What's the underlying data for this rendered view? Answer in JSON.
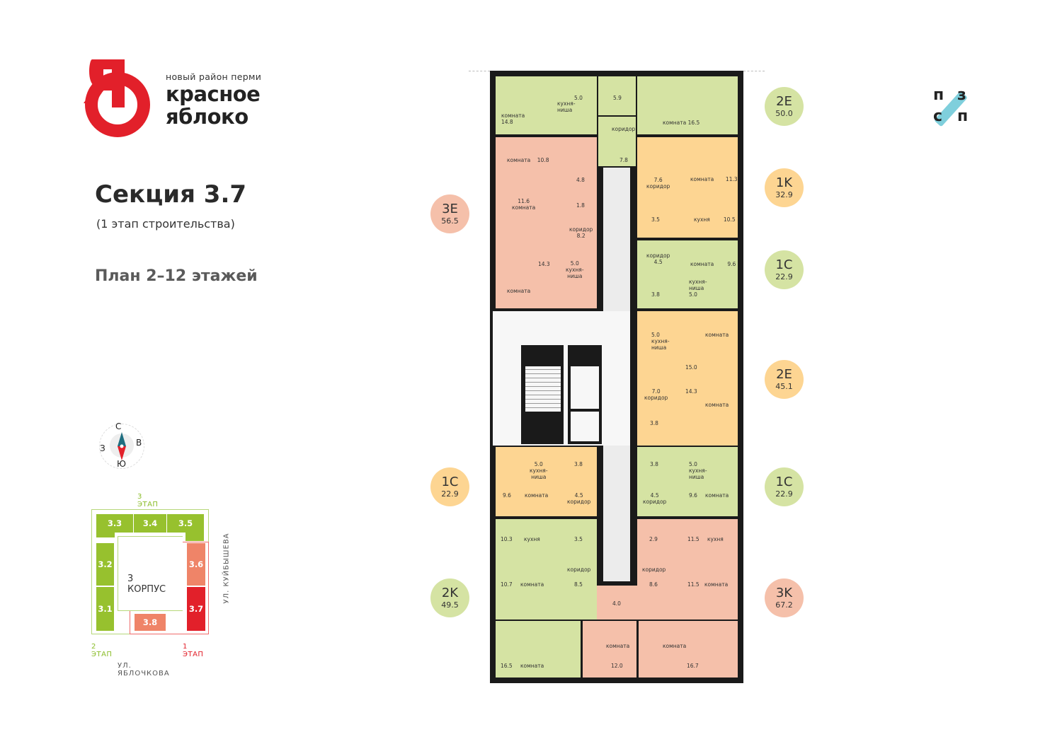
{
  "logo": {
    "tagline": "новый район перми",
    "name_line1": "красное",
    "name_line2": "яблоко",
    "mark": "Я"
  },
  "partner_logo": {
    "letters": [
      "п",
      "з",
      "с",
      "п"
    ],
    "accent": "#7fcfdc"
  },
  "section": {
    "title": "Секция 3.7",
    "stage": "(1 этап строительства)",
    "floors": "План 2–12 этажей"
  },
  "colors": {
    "green": "#d5e3a3",
    "pink": "#f5c0aa",
    "orange": "#fdd592",
    "brand_red": "#e2202a"
  },
  "compass": {
    "n": "С",
    "s": "Ю",
    "w": "З",
    "e": "В"
  },
  "keymap": {
    "stage3": "3 ЭТАП",
    "stage2": "2 ЭТАП",
    "stage1": "1 ЭТАП",
    "building": "3 КОРПУС",
    "street_right": "УЛ. КУЙБЫШЕВА",
    "street_bottom": "УЛ. ЯБЛОЧКОВА",
    "sections": [
      "3.1",
      "3.2",
      "3.3",
      "3.4",
      "3.5",
      "3.6",
      "3.7",
      "3.8"
    ],
    "current": "3.7"
  },
  "apartments": [
    {
      "type": "2E",
      "area": "50.0"
    },
    {
      "type": "3E",
      "area": "56.5"
    },
    {
      "type": "1K",
      "area": "32.9"
    },
    {
      "type": "1C",
      "area": "22.9"
    },
    {
      "type": "2E",
      "area": "45.1"
    },
    {
      "type": "1C",
      "area": "22.9"
    },
    {
      "type": "1C",
      "area": "22.9"
    },
    {
      "type": "2K",
      "area": "49.5"
    },
    {
      "type": "3K",
      "area": "67.2"
    }
  ],
  "plan": {
    "labels": [
      "5.0",
      "кухня-\nниша",
      "комната\n14.8",
      "5.9",
      "коридор",
      "комната 16.5",
      "7.8",
      "комната    10.8",
      "4.8",
      "11.6\nкомната",
      "1.8",
      "коридор\n8.2",
      "14.3",
      "5.0\nкухня-\nниша",
      "комната",
      "7.6\nкоридор",
      "комната       11.3",
      "3.5",
      "кухня        10.5",
      "коридор\n4.5",
      "комната        9.6",
      "3.8",
      "кухня-\nниша\n5.0",
      "5.0\nкухня-\nниша",
      "комната",
      "15.0",
      "14.3",
      "7.0\nкоридор",
      "комната",
      "3.8",
      "5.0\nкухня-\nниша",
      "3.8",
      "9.6",
      "комната",
      "4.5\nкоридор",
      "3.8",
      "5.0\nкухня-\nниша",
      "4.5\nкоридор",
      "9.6",
      "комната",
      "10.3",
      "кухня",
      "3.5",
      "коридор",
      "10.7",
      "комната",
      "8.5",
      "16.5",
      "комната",
      "2.9",
      "11.5",
      "кухня",
      "коридор",
      "8.6",
      "11.5",
      "комната",
      "4.0",
      "комната",
      "12.0",
      "комната",
      "16.7"
    ]
  }
}
